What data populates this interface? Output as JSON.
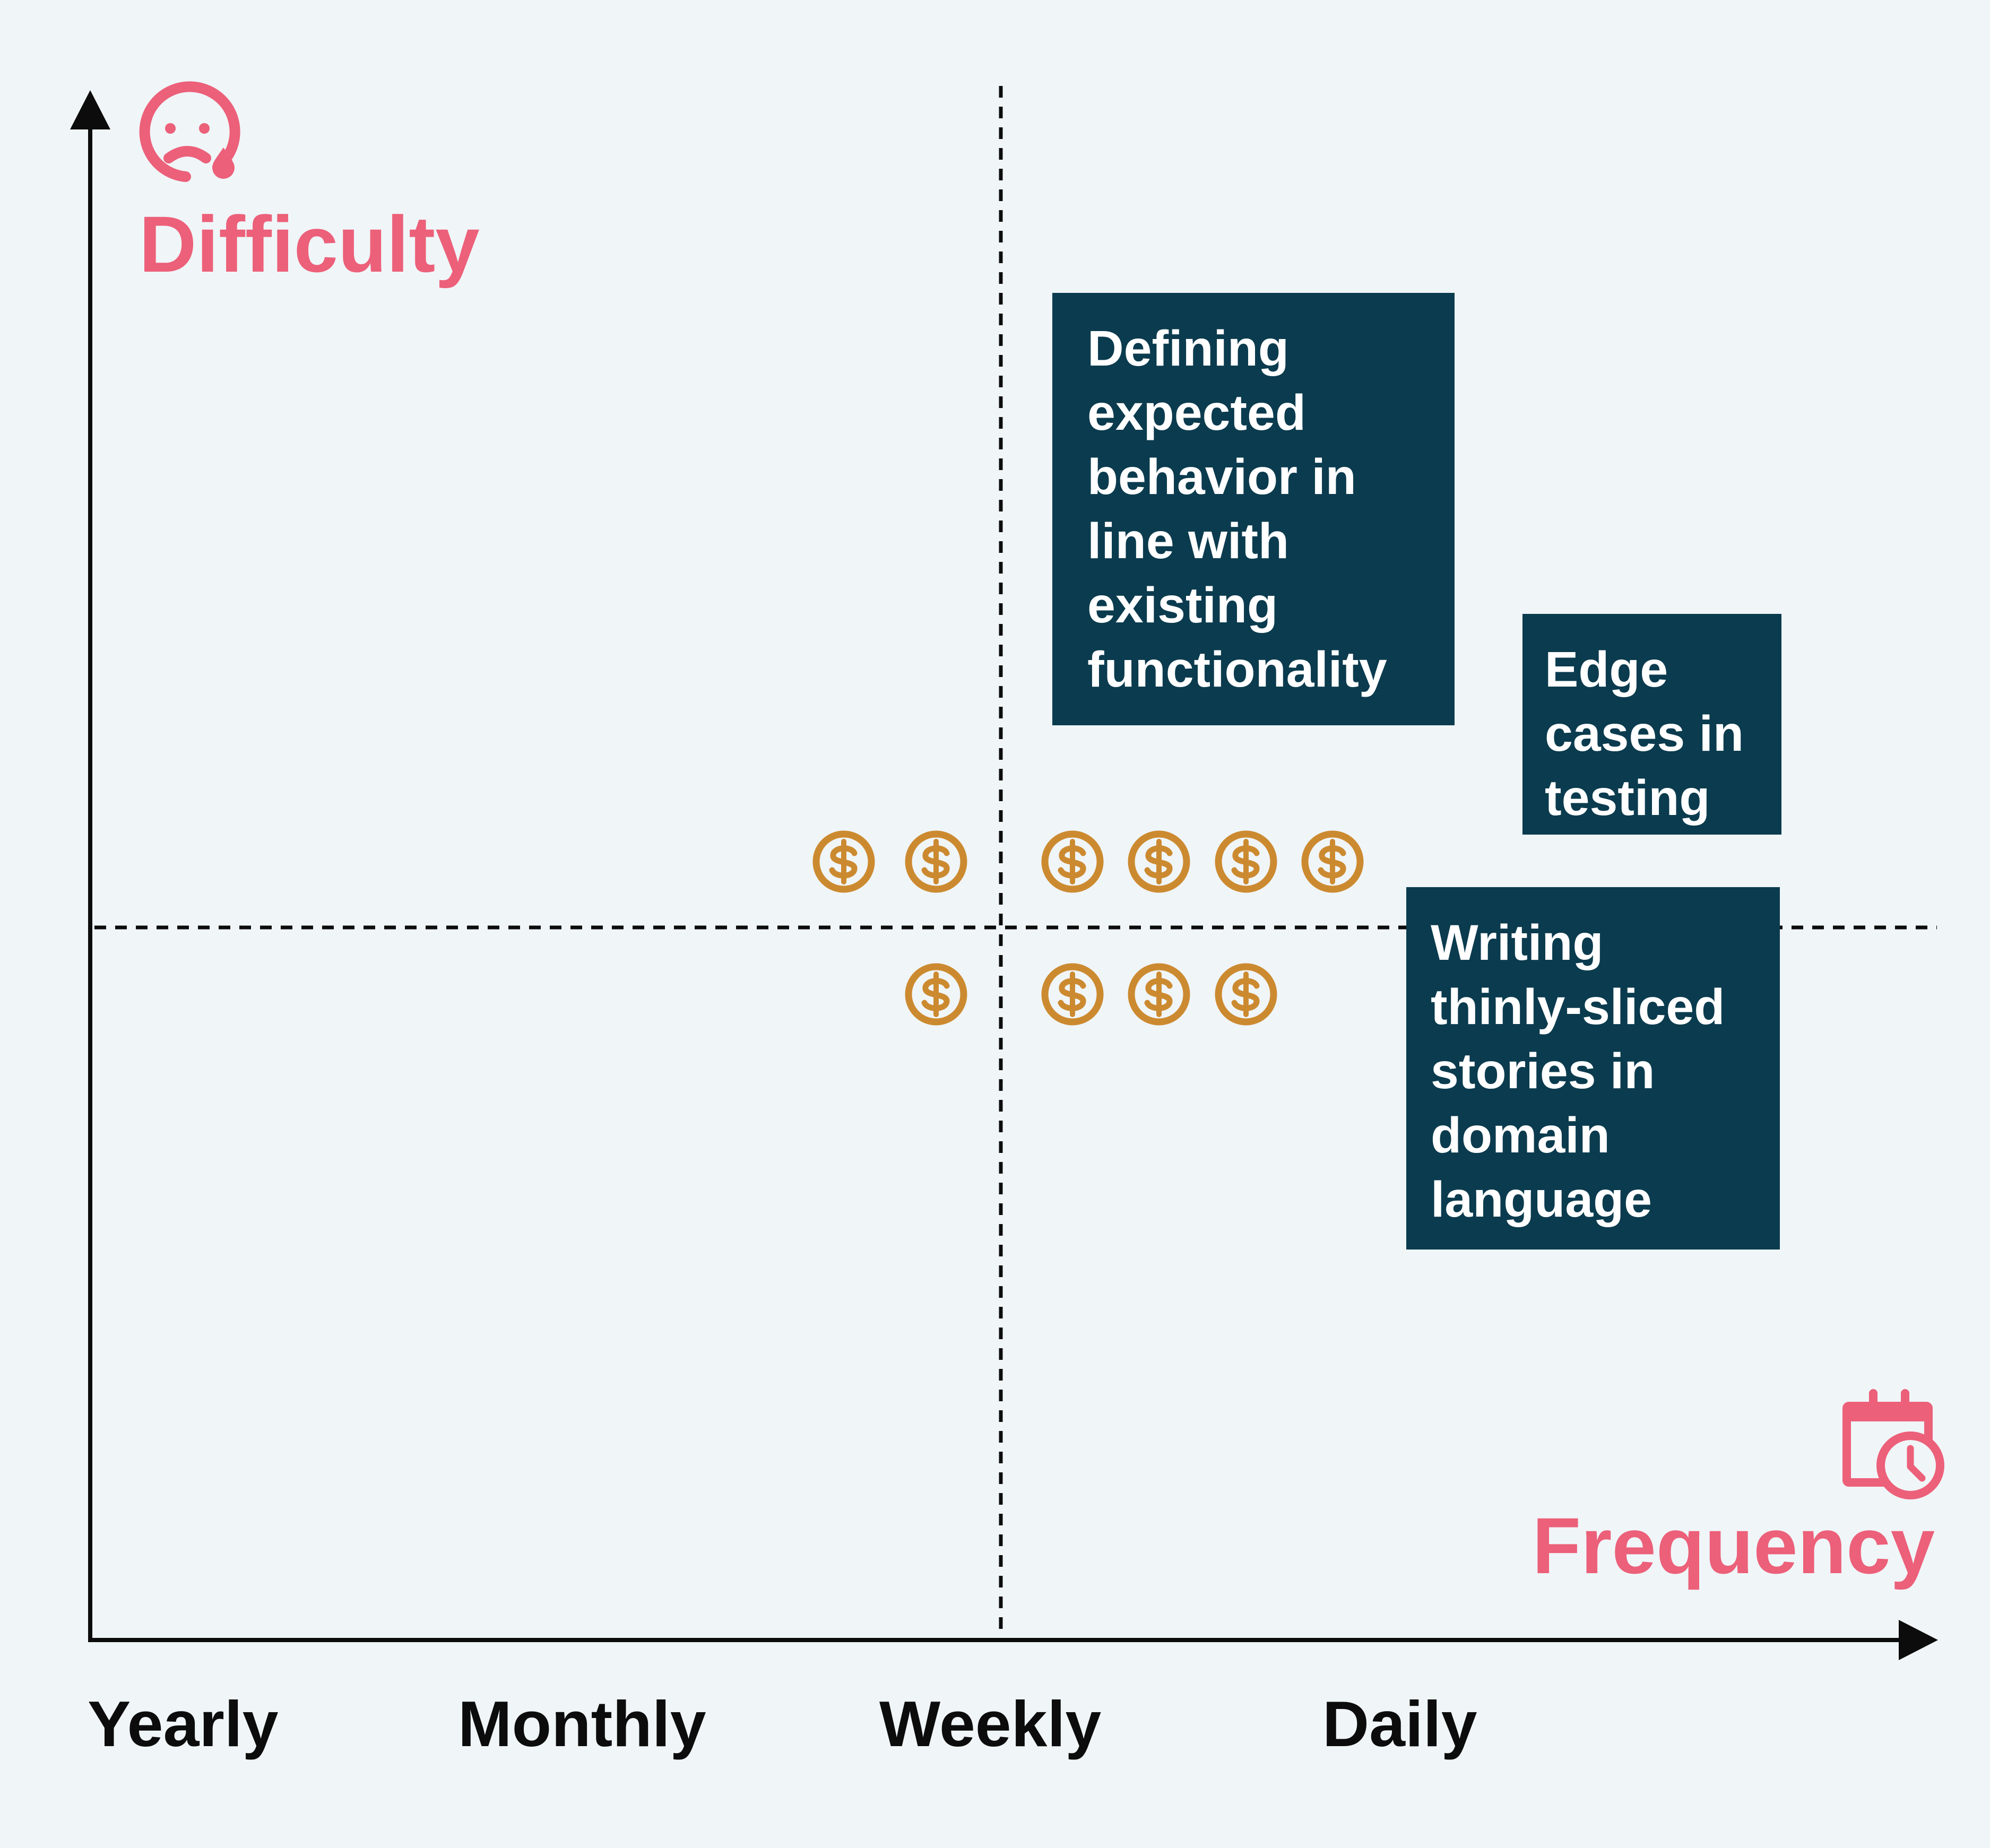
{
  "axes": {
    "y_title": "Difficulty",
    "x_title": "Frequency",
    "y_icon": "sad-face-with-tear-icon",
    "x_icon": "calendar-clock-icon",
    "x_ticks": [
      "Yearly",
      "Monthly",
      "Weekly",
      "Daily"
    ]
  },
  "notes": [
    {
      "lines": [
        "Defining",
        "expected",
        "behavior in",
        "line with",
        "existing",
        "functionality"
      ]
    },
    {
      "lines": [
        "Edge",
        "cases in",
        "testing"
      ]
    },
    {
      "lines": [
        "Writing",
        "thinly-sliced",
        "stories in",
        "domain",
        "language"
      ]
    }
  ],
  "markers": {
    "icon": "dollar-coin-icon",
    "above_midline_count": 6,
    "below_midline_count": 4
  },
  "colors": {
    "background": "#f0f5f8",
    "accent": "#ec6079",
    "note_background": "#0b3b4e",
    "note_text": "#ffffff",
    "coin": "#cc8a30",
    "axis": "#0c0c0c"
  }
}
